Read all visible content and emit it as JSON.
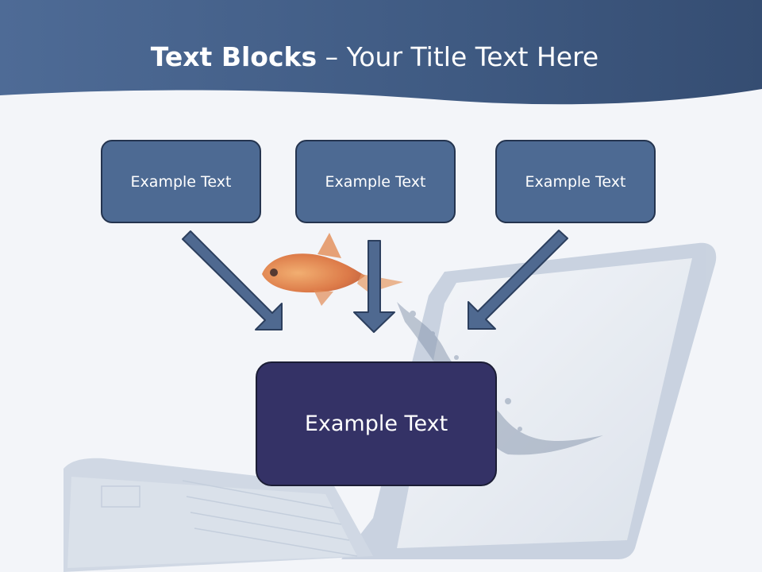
{
  "slide": {
    "title_bold": "Text Blocks",
    "title_rest": " – Your Title Text Here",
    "box_left": "Example Text",
    "box_middle": "Example Text",
    "box_right": "Example Text",
    "box_center": "Example Text"
  },
  "colors": {
    "header_band": "#4a6590",
    "small_box_fill": "#4d6a93",
    "center_box_fill": "#343266",
    "arrow_fill": "#4f6990",
    "arrow_stroke": "#2c3f5e"
  },
  "icons": {
    "decoration_1": "goldfish-icon",
    "decoration_2": "laptop-icon",
    "decoration_3": "water-splash-icon"
  }
}
